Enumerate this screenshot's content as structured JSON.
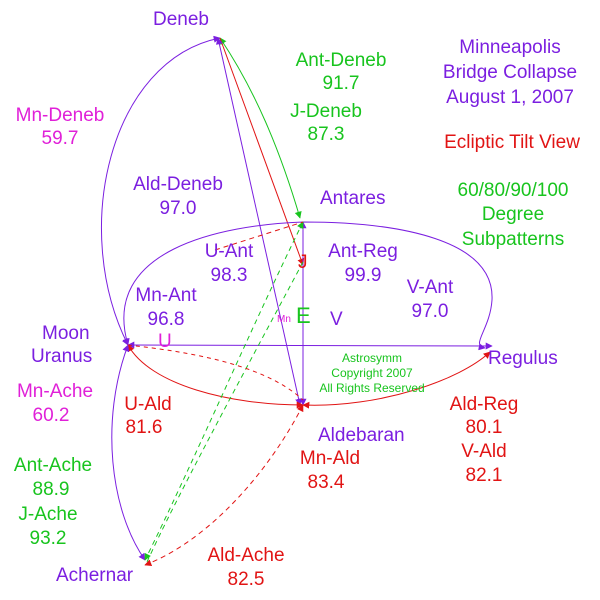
{
  "colors": {
    "purple": "#7b1fe0",
    "red": "#e11414",
    "green": "#18c41e",
    "magenta": "#e020d8"
  },
  "title": {
    "line1": "Minneapolis",
    "line2": "Bridge Collapse",
    "line3": "August 1, 2007"
  },
  "view": "Ecliptic Tilt View",
  "subpatterns": {
    "line1": "60/80/90/100",
    "line2": "Degree",
    "line3": "Subpatterns"
  },
  "copyright": {
    "line1": "Astrosymm",
    "line2": "Copyright 2007",
    "line3": "All Rights Reserved"
  },
  "points": {
    "deneb": "Deneb",
    "antares": "Antares",
    "regulus": "Regulus",
    "aldebaran": "Aldebaran",
    "achernar": "Achernar",
    "moon": "Moon",
    "uranus": "Uranus"
  },
  "markers": {
    "j": "J",
    "e": "E",
    "v": "V",
    "u": "U",
    "mn": "Mn"
  },
  "aspects": [
    {
      "name": "Mn-Deneb",
      "value": "59.7"
    },
    {
      "name": "Ant-Deneb",
      "value": "91.7"
    },
    {
      "name": "J-Deneb",
      "value": "87.3"
    },
    {
      "name": "Ald-Deneb",
      "value": "97.0"
    },
    {
      "name": "U-Ant",
      "value": "98.3"
    },
    {
      "name": "Ant-Reg",
      "value": "99.9"
    },
    {
      "name": "Mn-Ant",
      "value": "96.8"
    },
    {
      "name": "V-Ant",
      "value": "97.0"
    },
    {
      "name": "Mn-Ache",
      "value": "60.2"
    },
    {
      "name": "U-Ald",
      "value": "81.6"
    },
    {
      "name": "Ald-Reg",
      "value": "80.1"
    },
    {
      "name": "V-Ald",
      "value": "82.1"
    },
    {
      "name": "Mn-Ald",
      "value": "83.4"
    },
    {
      "name": "Ant-Ache",
      "value": "88.9"
    },
    {
      "name": "J-Ache",
      "value": "93.2"
    },
    {
      "name": "Ald-Ache",
      "value": "82.5"
    }
  ]
}
